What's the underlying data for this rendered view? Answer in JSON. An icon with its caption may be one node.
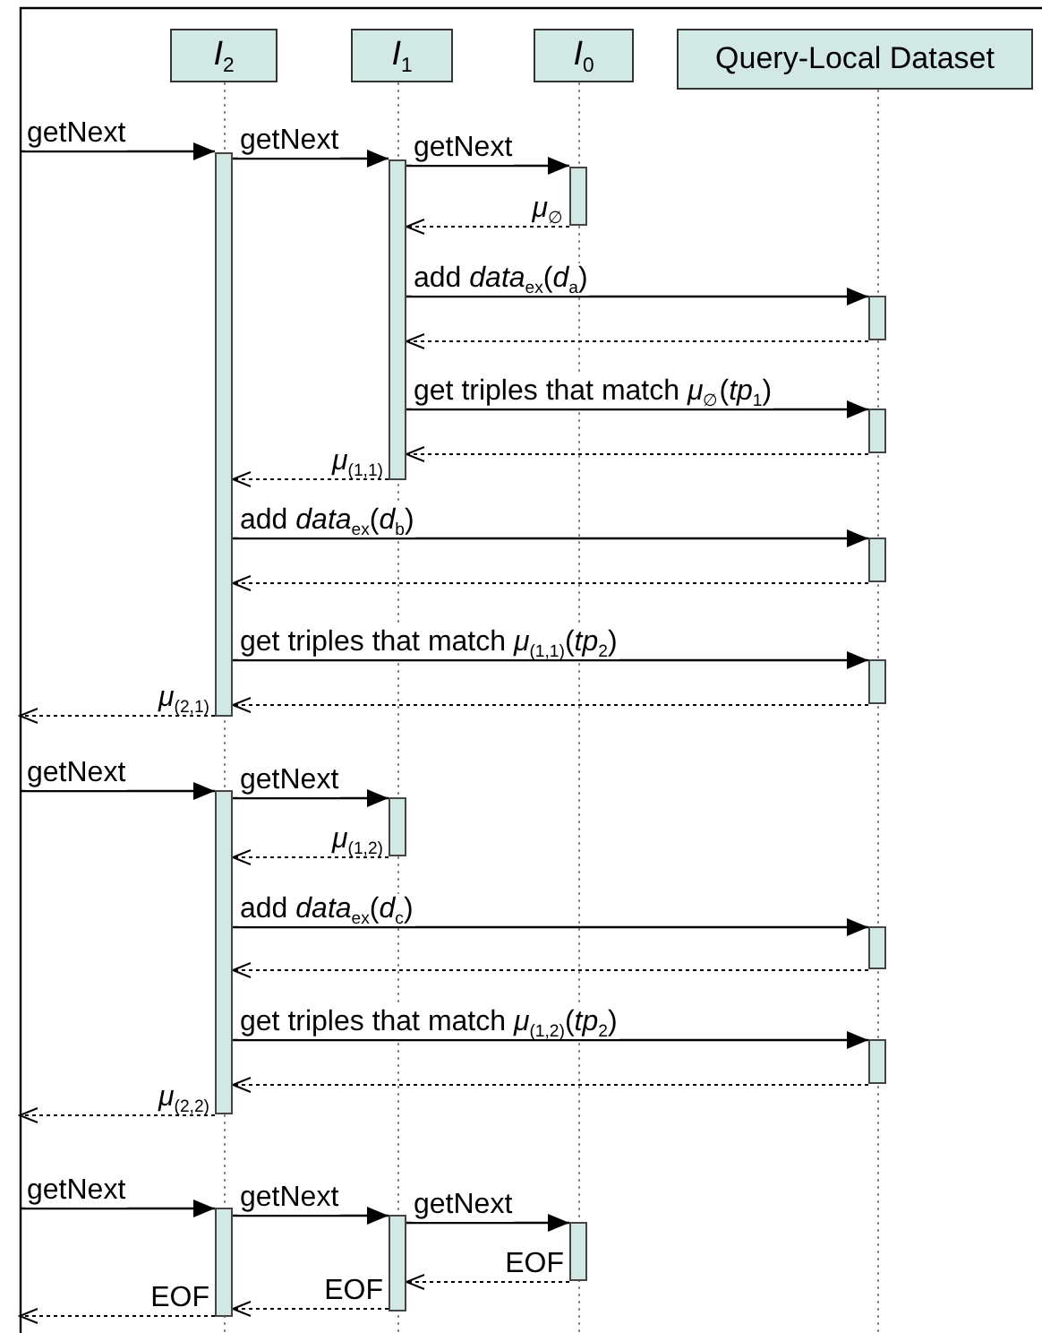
{
  "diagram": {
    "nodes": [
      {
        "text": [
          "*I*$_{2}$"
        ]
      },
      {
        "text": [
          "*I*$_{1}$"
        ]
      },
      {
        "text": [
          "*I*$_{0}$"
        ]
      },
      {
        "text": [
          "Query-Local Dataset"
        ]
      },
      {
        "text": [],
        "shape": "bar"
      },
      {
        "text": [],
        "shape": "bar"
      },
      {
        "text": [],
        "shape": "bar"
      },
      {
        "text": [],
        "shape": "bar"
      },
      {
        "text": [],
        "shape": "bar"
      },
      {
        "text": [],
        "shape": "bar"
      },
      {
        "text": [],
        "shape": "bar"
      },
      {
        "text": [],
        "shape": "bar"
      },
      {
        "text": [],
        "shape": "bar"
      },
      {
        "text": [],
        "shape": "bar"
      },
      {
        "text": [],
        "shape": "bar"
      },
      {
        "text": [],
        "shape": "bar"
      },
      {
        "text": [],
        "shape": "bar"
      },
      {
        "text": [],
        "shape": "bar"
      }
    ],
    "edges": [
      {
        "from": null,
        "to": 4,
        "arrow": "to",
        "label": "getNext"
      },
      {
        "from": 4,
        "to": 5,
        "arrow": "to",
        "label": "getNext"
      },
      {
        "from": 5,
        "to": 6,
        "arrow": "to",
        "label": "getNext"
      },
      {
        "from": 6,
        "to": 5,
        "arrow": "to",
        "style": "dashed",
        "label": "*μ*$_{∅}$"
      },
      {
        "from": 5,
        "to": 7,
        "arrow": "to",
        "label": "add *data*$_{ex}$(*d*$_{a}$)"
      },
      {
        "from": 7,
        "to": 5,
        "arrow": "to",
        "style": "dashed"
      },
      {
        "from": 5,
        "to": 8,
        "arrow": "to",
        "label": "get triples that match *μ*$_{∅}$(*tp*$_{1}$)"
      },
      {
        "from": 8,
        "to": 5,
        "arrow": "to",
        "style": "dashed"
      },
      {
        "from": 5,
        "to": 4,
        "arrow": "to",
        "style": "dashed",
        "label": "*μ*$_{(1,1)}$"
      },
      {
        "from": 4,
        "to": 9,
        "arrow": "to",
        "label": "add *data*$_{ex}$(*d*$_{b}$)"
      },
      {
        "from": 9,
        "to": 4,
        "arrow": "to",
        "style": "dashed"
      },
      {
        "from": 4,
        "to": 10,
        "arrow": "to",
        "label": "get triples that match *μ*$_{(1,1)}$(*tp*$_{2}$)"
      },
      {
        "from": 10,
        "to": 4,
        "arrow": "to",
        "style": "dashed"
      },
      {
        "from": 4,
        "to": null,
        "arrow": "to",
        "style": "dashed",
        "label": "*μ*$_{(2,1)}$"
      },
      {
        "from": null,
        "to": 11,
        "arrow": "to",
        "label": "getNext"
      },
      {
        "from": 11,
        "to": 12,
        "arrow": "to",
        "label": "getNext"
      },
      {
        "from": 12,
        "to": 11,
        "arrow": "to",
        "style": "dashed",
        "label": "*μ*$_{(1,2)}$"
      },
      {
        "from": 11,
        "to": 13,
        "arrow": "to",
        "label": "add *data*$_{ex}$(*d*$_{c}$)"
      },
      {
        "from": 13,
        "to": 11,
        "arrow": "to",
        "style": "dashed"
      },
      {
        "from": 11,
        "to": 14,
        "arrow": "to",
        "label": "get triples that match *μ*$_{(1,2)}$(*tp*$_{2}$)"
      },
      {
        "from": 14,
        "to": 11,
        "arrow": "to",
        "style": "dashed"
      },
      {
        "from": 11,
        "to": null,
        "arrow": "to",
        "style": "dashed",
        "label": "*μ*$_{(2,2)}$"
      },
      {
        "from": null,
        "to": 15,
        "arrow": "to",
        "label": "getNext"
      },
      {
        "from": 15,
        "to": 16,
        "arrow": "to",
        "label": "getNext"
      },
      {
        "from": 16,
        "to": 17,
        "arrow": "to",
        "label": "getNext"
      },
      {
        "from": 17,
        "to": 16,
        "arrow": "to",
        "style": "dashed",
        "label": "EOF"
      },
      {
        "from": 16,
        "to": 15,
        "arrow": "to",
        "style": "dashed",
        "label": "EOF"
      },
      {
        "from": 15,
        "to": null,
        "arrow": "to",
        "style": "dashed",
        "label": "EOF"
      }
    ]
  }
}
